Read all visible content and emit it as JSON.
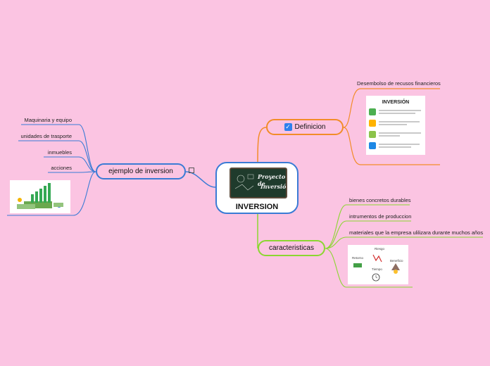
{
  "central": {
    "title": "INVERSION",
    "board_line1": "Proyecto de",
    "board_line2": "Inversión"
  },
  "branches": {
    "definicion": {
      "label": "Definicion",
      "items": [
        "Desembolso de recusos financieros"
      ],
      "card_title": "INVERSIÓN"
    },
    "ejemplo": {
      "label": "ejemplo  de inversion",
      "items": [
        "Maquinaria y equipo",
        "unidades de trasporte",
        "inmuebles",
        "acciones"
      ]
    },
    "caracteristicas": {
      "label": "caracteristicas",
      "items": [
        "bienes concretos durables",
        "intrumentos de produccion",
        "materiales que la empresa ulilizara durante muchos años"
      ],
      "card_labels": [
        "Riesgo",
        "Retorno",
        "Beneficio",
        "Tiempo"
      ]
    }
  },
  "colors": {
    "background": "#fbc4e2",
    "central_border": "#3a7bd5",
    "definicion": "#f28c28",
    "ejemplo": "#3a7bd5",
    "caracteristicas": "#8bd631"
  },
  "icons": [
    "checkbox-icon",
    "external-link-icon",
    "clock-icon",
    "money-icon",
    "chart-icon"
  ]
}
